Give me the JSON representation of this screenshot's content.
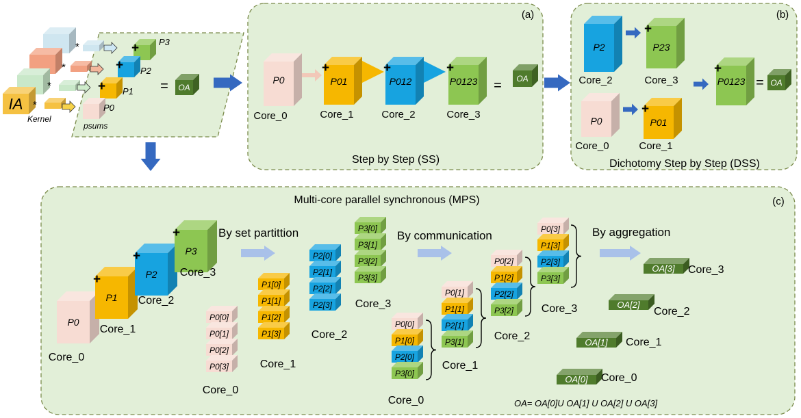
{
  "colors": {
    "panel_fill": "#e2efd8",
    "panel_border": "#7a8a4a",
    "pink": "#f7dcd3",
    "yellow": "#f6b700",
    "blue": "#17a3e0",
    "light_green": "#8dc652",
    "dark_green": "#4f7b2c",
    "arrow_blue": "#3569c0",
    "light_blue_arrow": "#a9c1e9",
    "teal_block": "#cfe6f0",
    "salmon_block": "#f2a081",
    "mint_block": "#c9e8c9"
  },
  "left": {
    "ia": "IA",
    "kernel": "Kernel",
    "psums": "psums",
    "star": "*",
    "eq": "=",
    "oa": "OA",
    "p": [
      "P0",
      "P1",
      "P2",
      "P3"
    ]
  },
  "panel_a": {
    "tag": "(a)",
    "title": "Step by Step (SS)",
    "blocks": [
      "P0",
      "P01",
      "P012",
      "P0123"
    ],
    "cores": [
      "Core_0",
      "Core_1",
      "Core_2",
      "Core_3"
    ],
    "eq": "=",
    "oa": "OA"
  },
  "panel_b": {
    "tag": "(b)",
    "title": "Dichotomy Step by Step (DSS)",
    "top": [
      "P2",
      "P23"
    ],
    "bottom": [
      "P0",
      "P01"
    ],
    "result": "P0123",
    "cores_top": [
      "Core_2",
      "Core_3"
    ],
    "cores_bottom": [
      "Core_0",
      "Core_1"
    ],
    "eq": "=",
    "oa": "OA"
  },
  "panel_c": {
    "tag": "(c)",
    "title": "Multi-core parallel synchronous (MPS)",
    "step1": "By set partittion",
    "step2": "By communication",
    "step3": "By aggregation",
    "big": [
      "P0",
      "P1",
      "P2",
      "P3"
    ],
    "cores": [
      "Core_0",
      "Core_1",
      "Core_2",
      "Core_3"
    ],
    "part_p0": [
      "P0[0]",
      "P0[1]",
      "P0[2]",
      "P0[3]"
    ],
    "part_p1": [
      "P1[0]",
      "P1[1]",
      "P1[2]",
      "P1[3]"
    ],
    "part_p2": [
      "P2[0]",
      "P2[1]",
      "P2[2]",
      "P2[3]"
    ],
    "part_p3": [
      "P3[0]",
      "P3[1]",
      "P3[2]",
      "P3[3]"
    ],
    "comm0": [
      "P0[0]",
      "P1[0]",
      "P2[0]",
      "P3[0]"
    ],
    "comm1": [
      "P0[1]",
      "P1[1]",
      "P2[1]",
      "P3[1]"
    ],
    "comm2": [
      "P0[2]",
      "P1[2]",
      "P2[2]",
      "P3[2]"
    ],
    "comm3": [
      "P0[3]",
      "P1[3]",
      "P2[3]",
      "P3[3]"
    ],
    "oa": [
      "OA[0]",
      "OA[1]",
      "OA[2]",
      "OA[3]"
    ],
    "formula": "OA= OA[0]U OA[1] U OA[2] U OA[3]"
  }
}
